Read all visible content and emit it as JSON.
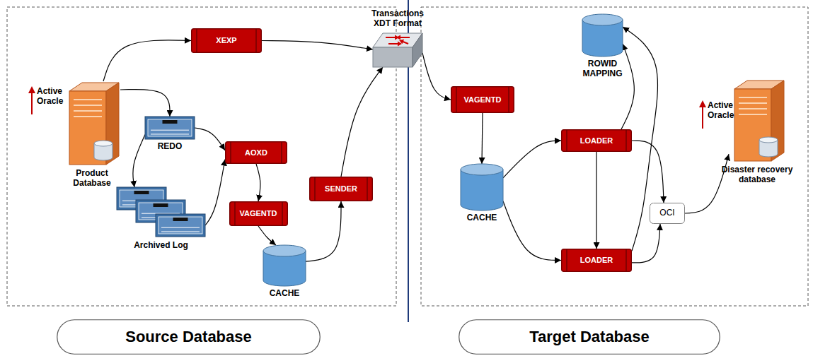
{
  "diagram": {
    "nodes": [
      {
        "text": [
          "Product Database"
        ]
      },
      {
        "text": [
          "XEXP"
        ]
      },
      {
        "text": [
          "REDO"
        ]
      },
      {
        "text": [
          "Archived Log"
        ]
      },
      {
        "text": [
          "AOXD"
        ]
      },
      {
        "text": [
          "VAGENTD"
        ]
      },
      {
        "text": [
          "CACHE"
        ]
      },
      {
        "text": [
          "SENDER"
        ]
      },
      {
        "text": [
          "Transactions XDT Format"
        ]
      },
      {
        "text": [
          "VAGENTD"
        ]
      },
      {
        "text": [
          "CACHE"
        ]
      },
      {
        "text": [
          "ROWID MAPPING"
        ]
      },
      {
        "text": [
          "LOADER"
        ]
      },
      {
        "text": [
          "LOADER"
        ]
      },
      {
        "text": [
          "OCI"
        ]
      },
      {
        "text": [
          "Disaster recovery database"
        ]
      },
      {
        "text": [
          "Source Database"
        ]
      },
      {
        "text": [
          "Target Database"
        ]
      }
    ],
    "edges": [
      {
        "from": 0,
        "to": 1,
        "arrow": "to"
      },
      {
        "from": 0,
        "to": 2,
        "arrow": "to"
      },
      {
        "from": 2,
        "to": 3,
        "arrow": "to"
      },
      {
        "from": 2,
        "to": 4,
        "arrow": "to"
      },
      {
        "from": 3,
        "to": 4,
        "arrow": "to"
      },
      {
        "from": 4,
        "to": 5,
        "arrow": "to"
      },
      {
        "from": 5,
        "to": 6,
        "arrow": "to"
      },
      {
        "from": 6,
        "to": 7,
        "arrow": "to"
      },
      {
        "from": 7,
        "to": 8,
        "arrow": "to"
      },
      {
        "from": 1,
        "to": 8,
        "arrow": "to"
      },
      {
        "from": 8,
        "to": 9,
        "arrow": "to"
      },
      {
        "from": 9,
        "to": 10,
        "arrow": "to"
      },
      {
        "from": 10,
        "to": 12,
        "arrow": "to"
      },
      {
        "from": 10,
        "to": 13,
        "arrow": "to"
      },
      {
        "from": 12,
        "to": 13,
        "arrow": "to"
      },
      {
        "from": 12,
        "to": 11,
        "arrow": "to"
      },
      {
        "from": 13,
        "to": 11,
        "arrow": "to"
      },
      {
        "from": 12,
        "to": 14,
        "arrow": "to"
      },
      {
        "from": 13,
        "to": 14,
        "arrow": "to"
      },
      {
        "from": 14,
        "to": 15,
        "arrow": "to"
      }
    ],
    "labels": [
      "Active Oracle",
      "Active Oracle"
    ]
  }
}
